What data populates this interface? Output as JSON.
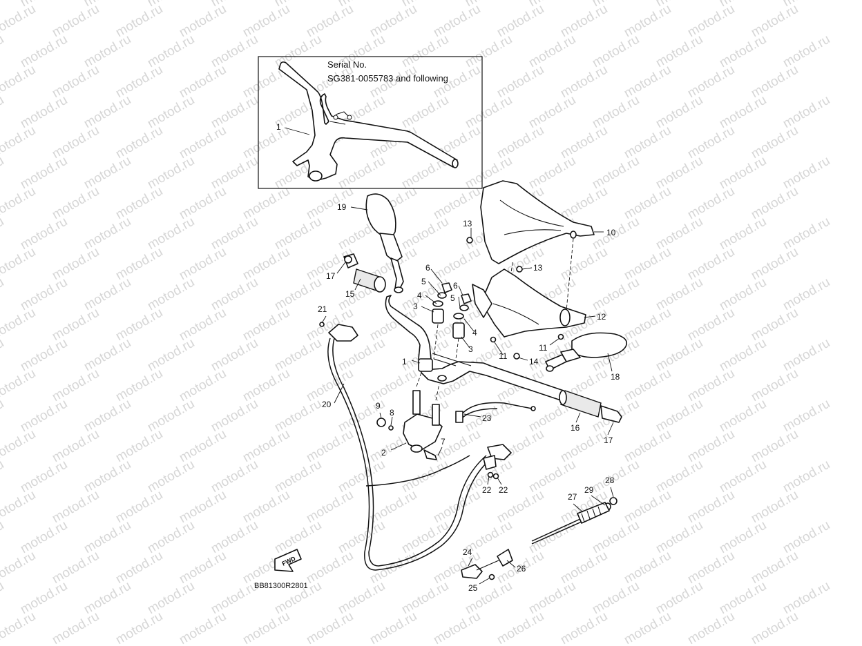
{
  "inset": {
    "serial_label": "Serial No.",
    "serial_range": "SG381-0055783 and following",
    "callout": "1"
  },
  "watermark": "motod.ru",
  "diagram_code": "BB81300R2801",
  "fwd_label": "FWD",
  "callouts": [
    "1",
    "2",
    "3",
    "3",
    "4",
    "4",
    "5",
    "5",
    "6",
    "6",
    "7",
    "8",
    "9",
    "10",
    "11",
    "11",
    "12",
    "13",
    "13",
    "14",
    "15",
    "16",
    "17",
    "17",
    "18",
    "19",
    "20",
    "21",
    "22",
    "22",
    "23",
    "24",
    "25",
    "26",
    "27",
    "28",
    "29"
  ]
}
